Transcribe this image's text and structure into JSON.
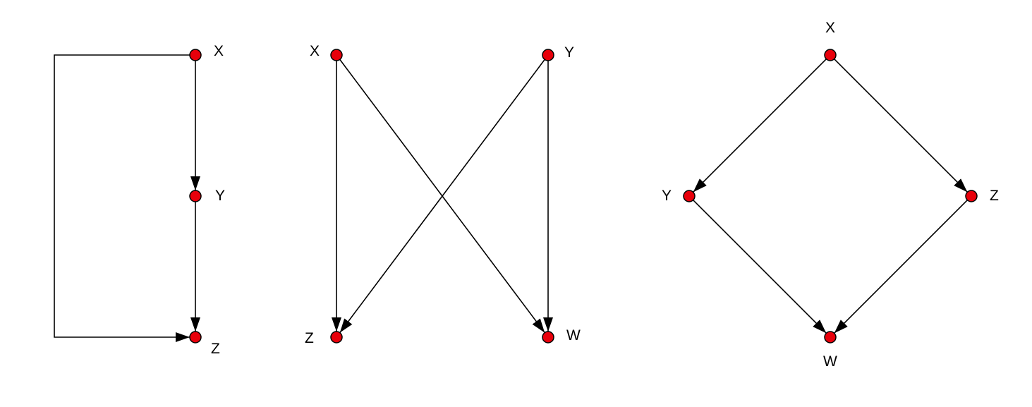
{
  "colors": {
    "node_fill": "#e8000b",
    "node_stroke": "#000000",
    "edge": "#000000",
    "background": "#ffffff"
  },
  "diagrams": [
    {
      "nodes": [
        {
          "id": "X",
          "label": "X"
        },
        {
          "id": "Y",
          "label": "Y"
        },
        {
          "id": "Z",
          "label": "Z"
        }
      ],
      "edges": [
        {
          "from": "X",
          "to": "Y"
        },
        {
          "from": "Y",
          "to": "Z"
        },
        {
          "from": "X",
          "to": "Z"
        }
      ]
    },
    {
      "nodes": [
        {
          "id": "X",
          "label": "X"
        },
        {
          "id": "Y",
          "label": "Y"
        },
        {
          "id": "Z",
          "label": "Z"
        },
        {
          "id": "W",
          "label": "W"
        }
      ],
      "edges": [
        {
          "from": "X",
          "to": "Z"
        },
        {
          "from": "X",
          "to": "W"
        },
        {
          "from": "Y",
          "to": "Z"
        },
        {
          "from": "Y",
          "to": "W"
        }
      ]
    },
    {
      "nodes": [
        {
          "id": "X",
          "label": "X"
        },
        {
          "id": "Y",
          "label": "Y"
        },
        {
          "id": "Z",
          "label": "Z"
        },
        {
          "id": "W",
          "label": "W"
        }
      ],
      "edges": [
        {
          "from": "X",
          "to": "Y"
        },
        {
          "from": "X",
          "to": "Z"
        },
        {
          "from": "Y",
          "to": "W"
        },
        {
          "from": "Z",
          "to": "W"
        }
      ]
    }
  ]
}
